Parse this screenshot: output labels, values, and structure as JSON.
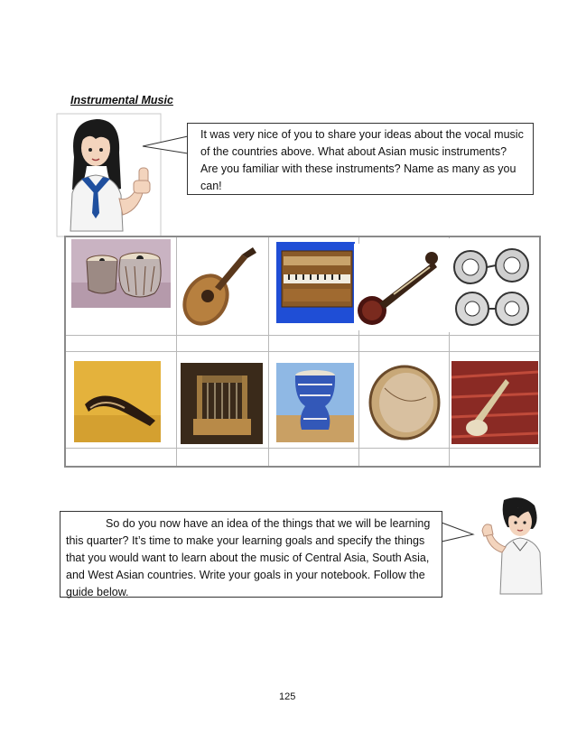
{
  "section": {
    "heading": "Instrumental Music"
  },
  "bubble_top": {
    "text": "It was very nice of you to share your ideas about the vocal music of the countries above. What about Asian music instruments?  Are you familiar with these instruments? Name as many as you can!"
  },
  "bubble_bottom": {
    "text": "So do you now have an idea of the things that we will be learning this quarter? It’s time to make your learning goals and specify the things that you would want to learn about the music of Central Asia, South Asia, and West Asian countries. Write your goals in your notebook. Follow the guide below."
  },
  "instrument_images": {
    "row1": [
      "tabla-drums",
      "oud",
      "harmonium",
      "sitar",
      "cymbals-illustration"
    ],
    "row2": [
      "shofar-horn",
      "lyre",
      "darbuka-drum",
      "frame-drum",
      "rubab"
    ]
  },
  "page_number": "125"
}
